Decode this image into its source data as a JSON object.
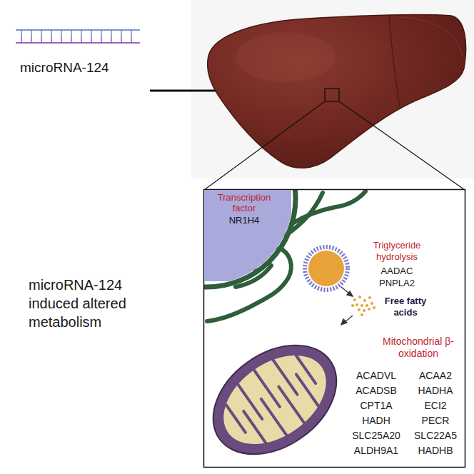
{
  "diagram": {
    "nodes": [
      {
        "text": [
          "Transcription factor",
          "NR1H4"
        ]
      }
    ],
    "labels": [
      "microRNA-124",
      "microRNA-124 induced altered metabolism",
      "Triglyceride hydrolysis",
      "AADAC",
      "PNPLA2",
      "Free fatty acids",
      "Mitochondrial β-oxidation",
      "ACADVL",
      "ACAA2",
      "ACADSB",
      "HADHA",
      "CPT1A",
      "ECI2",
      "HADH",
      "PECR",
      "SLC25A20",
      "SLC22A5",
      "ALDH9A1",
      "HADHB"
    ]
  }
}
